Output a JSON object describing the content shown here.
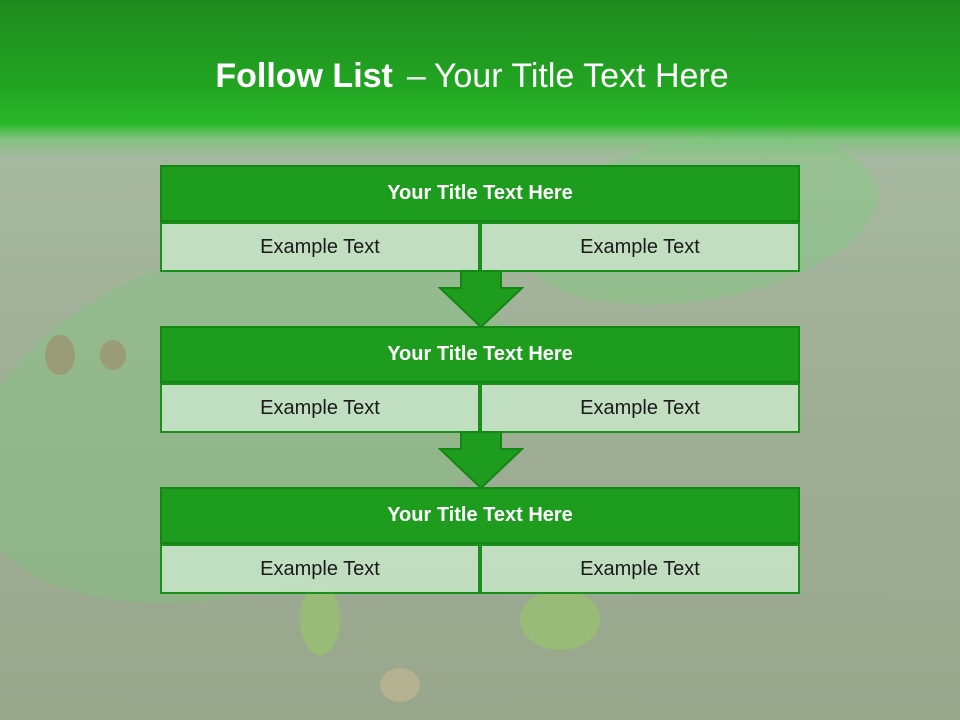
{
  "slide": {
    "title_bold": "Follow List",
    "title_separator": "–",
    "title_rest": "Your Title Text Here"
  },
  "blocks": [
    {
      "title": "Your Title Text Here",
      "left": "Example Text",
      "right": "Example Text"
    },
    {
      "title": "Your Title Text Here",
      "left": "Example Text",
      "right": "Example Text"
    },
    {
      "title": "Your Title Text Here",
      "left": "Example Text",
      "right": "Example Text"
    }
  ],
  "colors": {
    "header_green": "#22a522",
    "block_title_green": "#1e9c1e",
    "cell_fill": "#c4e2c4",
    "arrow_green": "#1e9c1e"
  }
}
